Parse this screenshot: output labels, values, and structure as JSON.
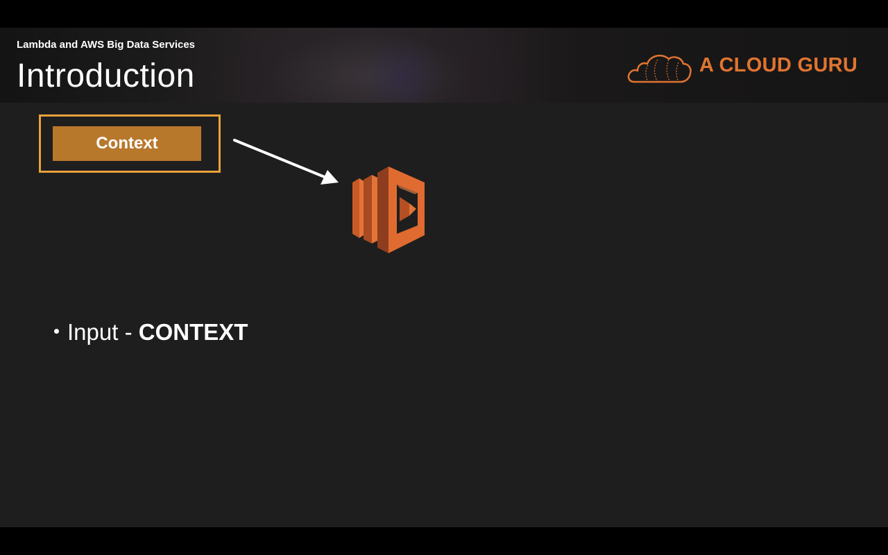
{
  "header": {
    "subtitle": "Lambda and AWS Big Data Services",
    "title": "Introduction"
  },
  "logo": {
    "text": "A CLOUD GURU",
    "icon": "cloud-logo-icon",
    "color": "#e07431"
  },
  "diagram": {
    "context_label": "Context",
    "arrow_icon": "arrow-right-icon",
    "service_icon": "aws-lambda-icon",
    "highlight_color": "#e9a23b",
    "button_color": "#b8782c"
  },
  "content": {
    "bullets": [
      {
        "prefix": "Input - ",
        "emphasis": "CONTEXT"
      }
    ]
  }
}
